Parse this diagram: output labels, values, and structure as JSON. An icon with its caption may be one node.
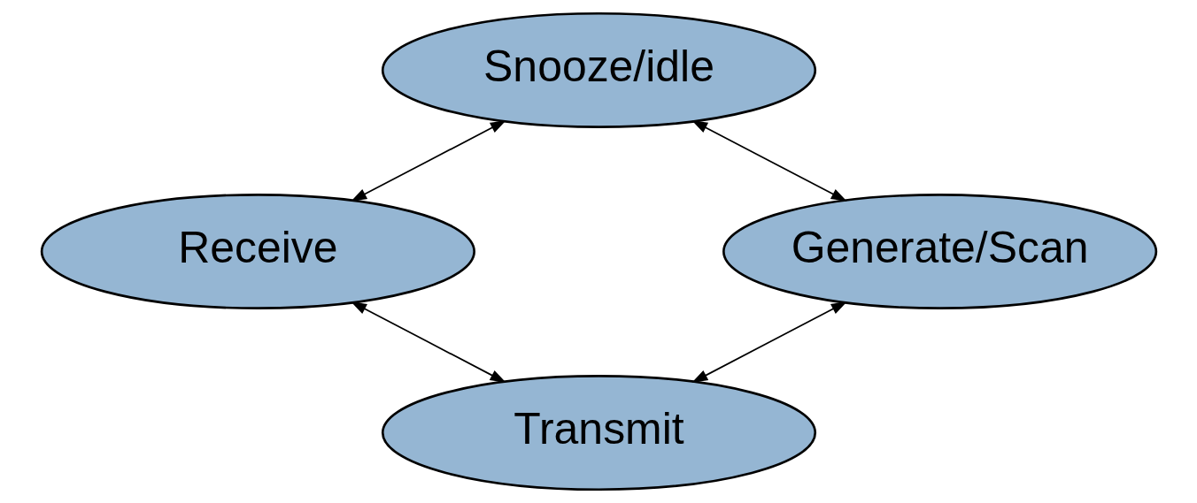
{
  "diagram": {
    "nodes": [
      {
        "text": [
          "Snooze/idle"
        ]
      },
      {
        "text": [
          "Receive"
        ]
      },
      {
        "text": [
          "Generate/Scan"
        ]
      },
      {
        "text": [
          "Transmit"
        ]
      }
    ],
    "edges": [
      {
        "from": 0,
        "to": 1,
        "arrow": "both"
      },
      {
        "from": 0,
        "to": 2,
        "arrow": "both"
      },
      {
        "from": 1,
        "to": 3,
        "arrow": "both"
      },
      {
        "from": 2,
        "to": 3,
        "arrow": "both"
      }
    ]
  }
}
